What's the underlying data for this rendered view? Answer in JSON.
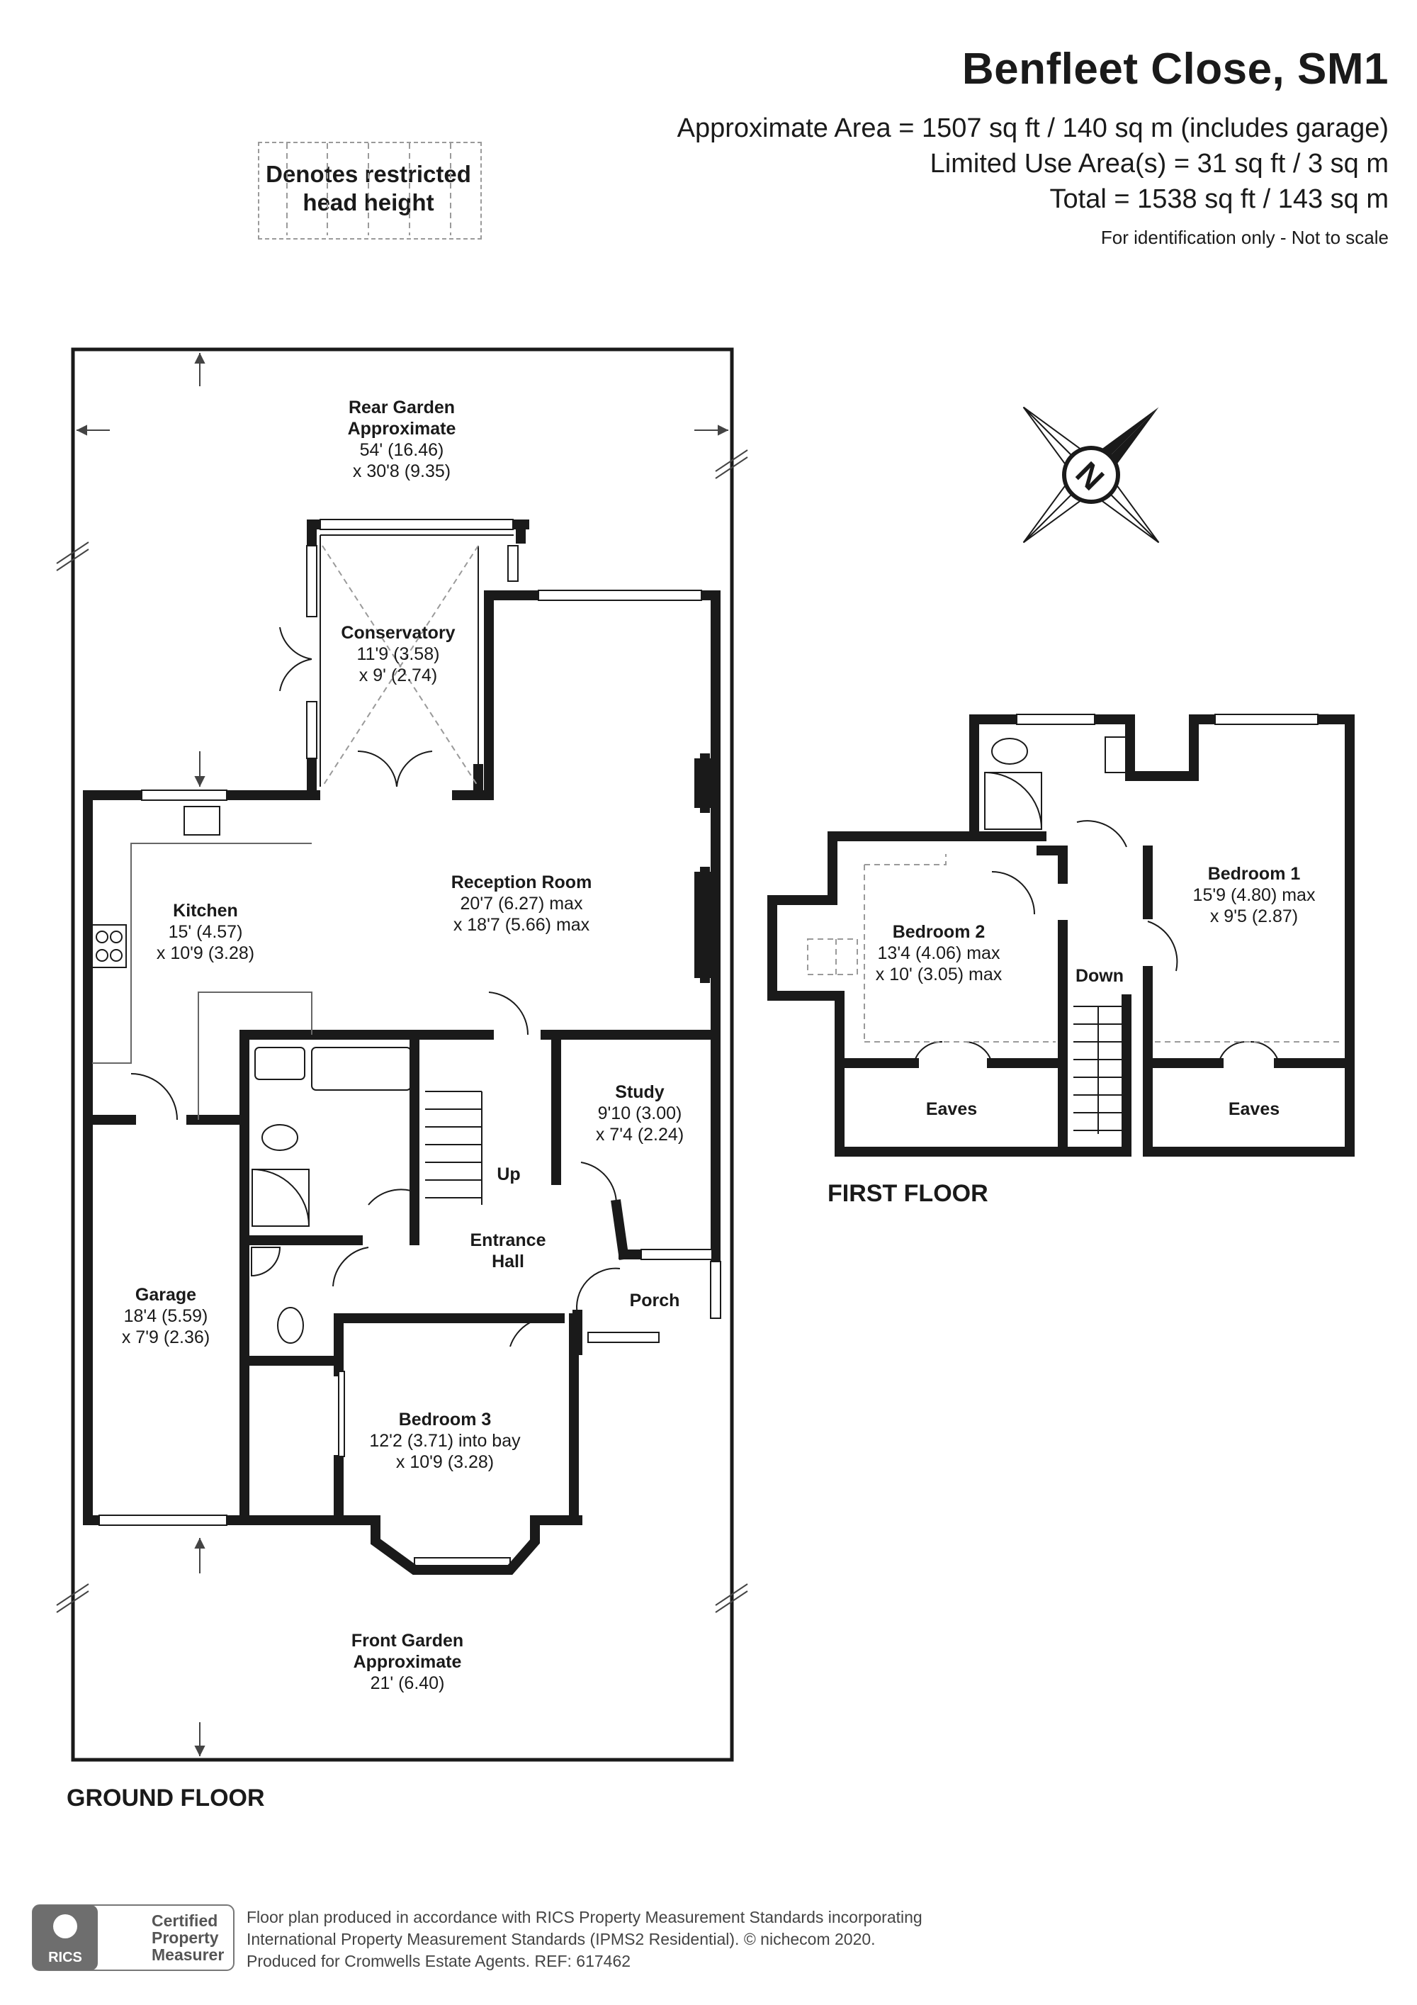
{
  "header": {
    "title": "Benfleet Close, SM1",
    "approx_area": "Approximate Area = 1507 sq ft / 140 sq m (includes garage)",
    "limited_use": "Limited Use Area(s) = 31 sq ft / 3 sq m",
    "total": "Total = 1538 sq ft / 143 sq m",
    "note": "For identification only - Not to scale"
  },
  "legend": {
    "line1": "Denotes restricted",
    "line2": "head height"
  },
  "ground_floor": {
    "title": "GROUND FLOOR",
    "rooms": {
      "rear_garden": {
        "name1": "Rear Garden",
        "name2": "Approximate",
        "dim1": "54' (16.46)",
        "dim2": "x 30'8 (9.35)"
      },
      "conservatory": {
        "name": "Conservatory",
        "dim1": "11'9 (3.58)",
        "dim2": "x 9' (2.74)"
      },
      "reception": {
        "name": "Reception Room",
        "dim1": "20'7 (6.27) max",
        "dim2": "x 18'7 (5.66) max"
      },
      "kitchen": {
        "name": "Kitchen",
        "dim1": "15' (4.57)",
        "dim2": "x 10'9 (3.28)"
      },
      "study": {
        "name": "Study",
        "dim1": "9'10 (3.00)",
        "dim2": "x 7'4 (2.24)"
      },
      "entrance": {
        "name1": "Entrance",
        "name2": "Hall"
      },
      "porch": {
        "name": "Porch"
      },
      "garage": {
        "name": "Garage",
        "dim1": "18'4 (5.59)",
        "dim2": "x 7'9 (2.36)"
      },
      "bedroom3": {
        "name": "Bedroom 3",
        "dim1": "12'2 (3.71) into bay",
        "dim2": "x 10'9 (3.28)"
      },
      "front_garden": {
        "name1": "Front Garden",
        "name2": "Approximate",
        "dim1": "21' (6.40)"
      },
      "stairs_up": "Up"
    }
  },
  "first_floor": {
    "title": "FIRST FLOOR",
    "rooms": {
      "bedroom1": {
        "name": "Bedroom 1",
        "dim1": "15'9 (4.80) max",
        "dim2": "x 9'5 (2.87)"
      },
      "bedroom2": {
        "name": "Bedroom 2",
        "dim1": "13'4 (4.06) max",
        "dim2": "x 10' (3.05) max"
      },
      "eaves_left": "Eaves",
      "eaves_right": "Eaves",
      "stairs_down": "Down"
    }
  },
  "compass": {
    "letter": "N"
  },
  "footer": {
    "badge_line1": "Certified",
    "badge_line2": "Property",
    "badge_line3": "Measurer",
    "badge_logo": "RICS",
    "line1": "Floor plan produced in accordance with RICS Property Measurement Standards incorporating",
    "line2": "International Property Measurement Standards (IPMS2 Residential).   © nichecom 2020.",
    "line3": "Produced for Cromwells Estate Agents.   REF: 617462"
  },
  "colors": {
    "wall": "#1a1a1a",
    "line": "#444444",
    "dashed": "#9a9a9a"
  }
}
